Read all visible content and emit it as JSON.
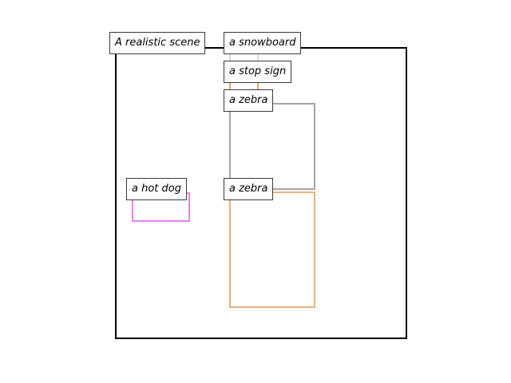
{
  "scene": {
    "label": "A realistic scene"
  },
  "objects": [
    {
      "id": "snowboard",
      "label": "a snowboard",
      "color": "#d8d8d8"
    },
    {
      "id": "stop-sign",
      "label": "a stop sign",
      "color": "#e0a860"
    },
    {
      "id": "zebra-upper",
      "label": "a zebra",
      "color": "#a8a4a8"
    },
    {
      "id": "zebra-lower",
      "label": "a zebra",
      "color": "#e8b27a"
    },
    {
      "id": "hot-dog",
      "label": "a hot dog",
      "color": "#e880ec"
    }
  ]
}
